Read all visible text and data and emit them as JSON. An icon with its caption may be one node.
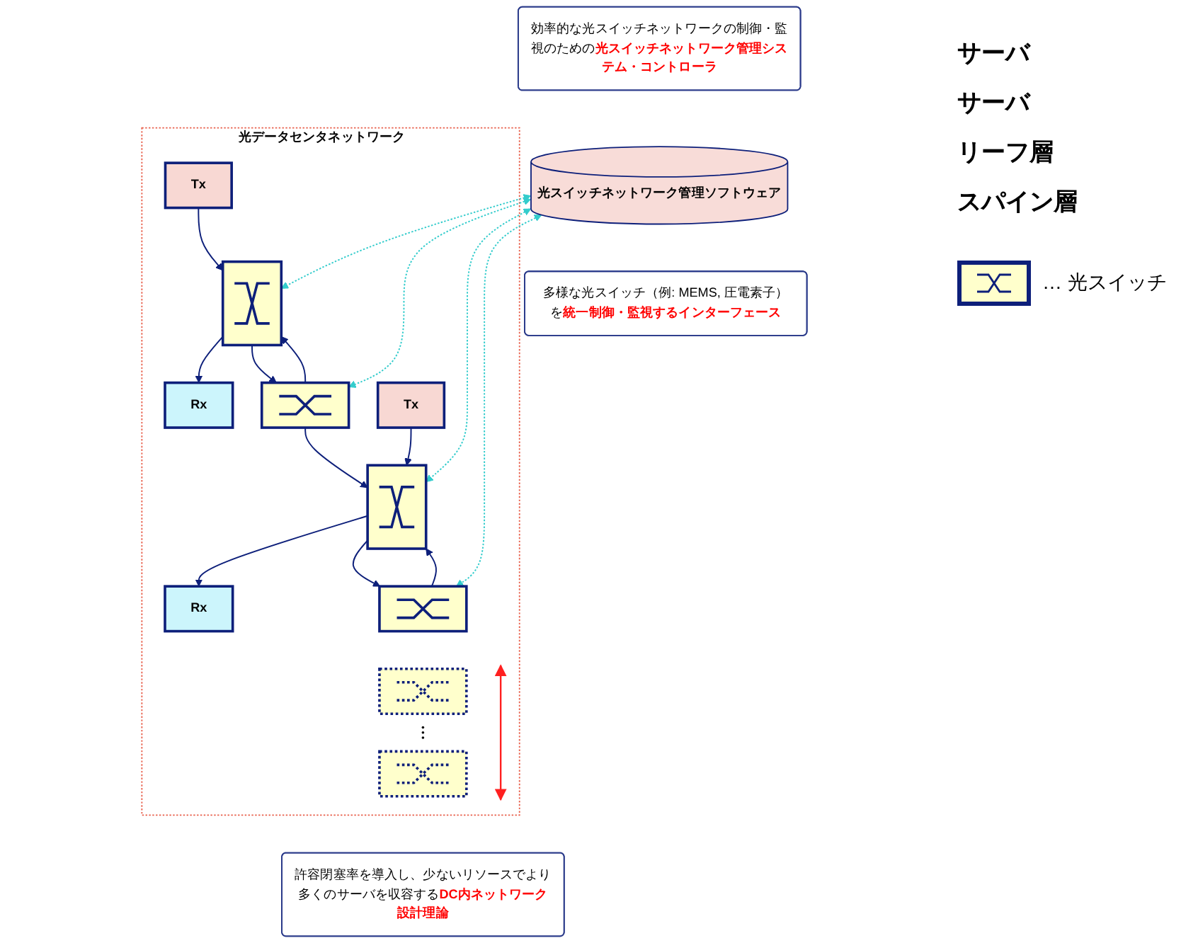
{
  "diagram": {
    "nodes": [
      {
        "text": [
          "光データセンタネットワーク"
        ]
      },
      {
        "text": [
          "Tx"
        ],
        "in": 0
      },
      {
        "text": [
          "Rx"
        ],
        "in": 0
      },
      {
        "text": [],
        "shape": "box",
        "in": 0
      },
      {
        "text": [],
        "shape": "box",
        "in": 0
      },
      {
        "text": [
          "Tx"
        ],
        "in": 0
      },
      {
        "text": [
          "Rx"
        ],
        "in": 0
      },
      {
        "text": [],
        "shape": "box",
        "in": 0
      },
      {
        "text": [],
        "shape": "box",
        "in": 0
      },
      {
        "text": [],
        "shape": "box",
        "in": 0
      },
      {
        "text": [],
        "shape": "box",
        "in": 0
      },
      {
        "text": [
          "効率的な光スイッチネットワークの制御・監視のための**光スイッチネットワーク管理システム・コントローラ**"
        ]
      },
      {
        "text": [
          "光スイッチネットワーク管理ソフトウェア"
        ]
      },
      {
        "text": [
          "多様な光スイッチ（例: MEMS, 圧電素子）を**統一制御・監視するインターフェース**"
        ]
      },
      {
        "text": [
          "許容閉塞率を導入し、少ないリソースでより多くのサーバを収容する**DC内ネットワーク設計理論**"
        ]
      }
    ],
    "edges": [
      {
        "from": 1,
        "to": 3,
        "arrow": "to"
      },
      {
        "from": 3,
        "to": 2,
        "arrow": "to"
      },
      {
        "from": 3,
        "to": 4,
        "arrow": "to"
      },
      {
        "from": 4,
        "to": 3,
        "arrow": "to"
      },
      {
        "from": 4,
        "to": 7,
        "arrow": "to"
      },
      {
        "from": 5,
        "to": 7,
        "arrow": "to"
      },
      {
        "from": 7,
        "to": 6,
        "arrow": "to"
      },
      {
        "from": 7,
        "to": 8,
        "arrow": "to"
      },
      {
        "from": 8,
        "to": 7,
        "arrow": "to"
      },
      {
        "from": 12,
        "to": 3,
        "arrow": "both",
        "style": "dashed",
        "color": "#33cccc"
      },
      {
        "from": 12,
        "to": 4,
        "arrow": "both",
        "style": "dashed",
        "color": "#33cccc"
      },
      {
        "from": 12,
        "to": 7,
        "arrow": "both",
        "style": "dashed",
        "color": "#33cccc"
      },
      {
        "from": 12,
        "to": 8,
        "arrow": "both",
        "style": "dashed",
        "color": "#33cccc"
      }
    ],
    "labels": [
      "サーバ",
      "サーバ",
      "リーフ層",
      "スパイン層"
    ],
    "legend": [
      {
        "text": "… 光スイッチ"
      }
    ]
  }
}
